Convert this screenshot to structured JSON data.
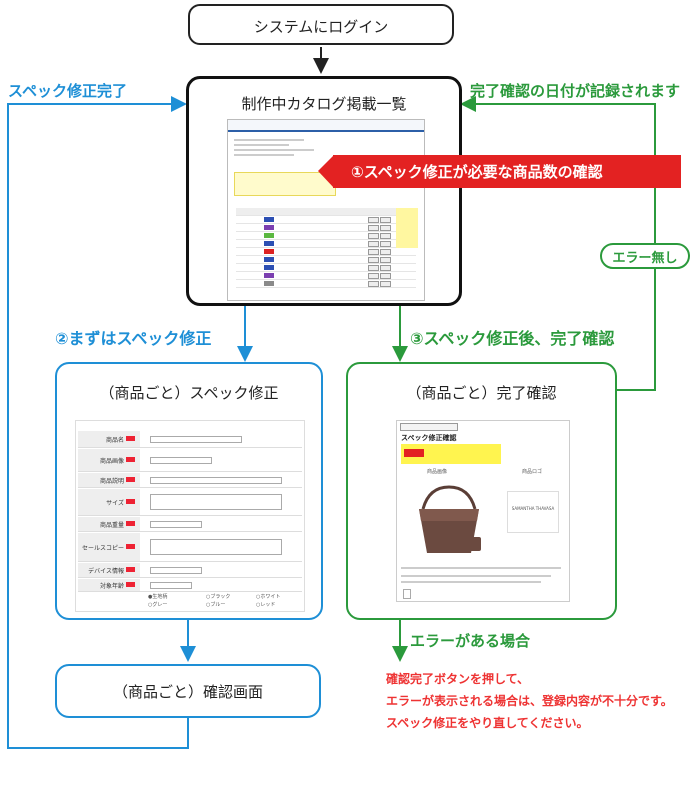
{
  "nodes": {
    "login": "システムにログイン",
    "catalog": "制作中カタログ掲載一覧",
    "spec_edit": "（商品ごと）スペック修正",
    "complete_check": "（商品ごと）完了確認",
    "confirm_screen": "（商品ごと）確認画面"
  },
  "labels": {
    "spec_fix_done": "スペック修正完了",
    "date_recorded": "完了確認の日付が記録されます",
    "step1": "①スペック修正が必要な商品数の確認",
    "step2": "②まずはスペック修正",
    "step3": "③スペック修正後、完了確認",
    "no_error": "エラー無し",
    "has_error": "エラーがある場合"
  },
  "note_lines": [
    "確認完了ボタンを押して、",
    "エラーが表示される場合は、登録内容が不十分です。",
    "スペック修正をやり直してください。"
  ],
  "spec_form": {
    "fields": [
      "商品名",
      "商品画像",
      "商品説明",
      "サイズ",
      "商品重量",
      "セールスコピー",
      "デバイス情報",
      "対象年齢"
    ],
    "colors": [
      "●生地柄",
      "○ブラック",
      "○ホワイト",
      "○グレー",
      "○ブルー",
      "○レッド"
    ]
  },
  "check_screen": {
    "heading": "スペック修正確認",
    "brand": "SAMANTHA THAVASA",
    "col1": "商品画像",
    "col2": "商品ロゴ"
  },
  "colors": {
    "blue": "#1e8fd6",
    "green": "#2b9a3c",
    "red": "#e32222",
    "black": "#111111"
  }
}
